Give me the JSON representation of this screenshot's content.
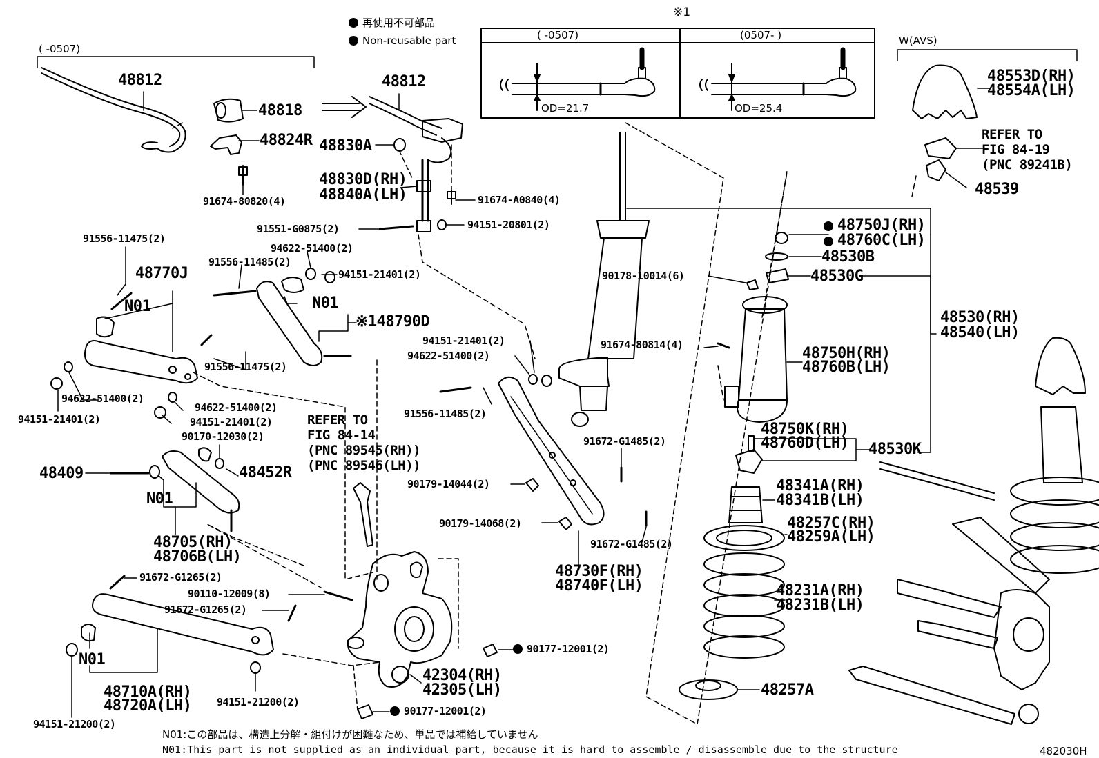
{
  "legend": {
    "jp": "再使用不可部品",
    "en": "Non-reusable part"
  },
  "inset": {
    "marker": "※1",
    "left_title": "(     -0507)",
    "right_title": "(0507-      )",
    "left_od": "OD=21.7",
    "right_od": "OD=25.4"
  },
  "range_top_left": "(     -0507)",
  "avs_title": "W(AVS)",
  "refer_top": [
    "REFER TO",
    "FIG 84-19",
    "(PNC 89241B)"
  ],
  "refer_mid": [
    "REFER TO",
    "FIG 84-14",
    "(PNC 89545(RH))",
    "(PNC 89546(LH))"
  ],
  "parts": {
    "p48812a": "48812",
    "p48818": "48818",
    "p48824R": "48824R",
    "p91674_80820": "91674-80820(4)",
    "p48812b": "48812",
    "p48830A": "48830A",
    "p48830D": "48830D(RH)",
    "p48840A": "48840A(LH)",
    "p91674_A0840": "91674-A0840(4)",
    "p91551": "91551-G0875(2)",
    "p94151_20801": "94151-20801(2)",
    "p91556_11475a": "91556-11475(2)",
    "p94622_51400a": "94622-51400(2)",
    "p48770J": "48770J",
    "p91556_11485a": "91556-11485(2)",
    "p94151_21401a": "94151-21401(2)",
    "n01a": "N01",
    "n01b": "N01",
    "p48790D": "※148790D",
    "p91556_11475b": "91556-11475(2)",
    "p94622_51400b": "94622-51400(2)",
    "p94151_21401b": "94151-21401(2)",
    "p94622_51400c": "94622-51400(2)",
    "p94151_21401c": "94151-21401(2)",
    "p90170": "90170-12030(2)",
    "p48409": "48409",
    "p48452R": "48452R",
    "n01c": "N01",
    "p48705": "48705(RH)",
    "p48706B": "48706B(LH)",
    "p91672_G1265a": "91672-G1265(2)",
    "p90110": "90110-12009(8)",
    "p91672_G1265b": "91672-G1265(2)",
    "n01d": "N01",
    "p48710A": "48710A(RH)",
    "p48720A": "48720A(LH)",
    "p94151_21200a": "94151-21200(2)",
    "p94151_21200b": "94151-21200(2)",
    "p94151_21401d": "94151-21401(2)",
    "p94622_51400d": "94622-51400(2)",
    "p91556_11485b": "91556-11485(2)",
    "p91672_G1485a": "91672-G1485(2)",
    "p90179_14044": "90179-14044(2)",
    "p90179_14068": "90179-14068(2)",
    "p91672_G1485b": "91672-G1485(2)",
    "p48730F": "48730F(RH)",
    "p48740F": "48740F(LH)",
    "p90177a": "90177-12001(2)",
    "p42304": "42304(RH)",
    "p42305": "42305(LH)",
    "p90177b": "90177-12001(2)",
    "p48553D": "48553D(RH)",
    "p48554A": "48554A(LH)",
    "p48539": "48539",
    "p48750J": "48750J(RH)",
    "p48760C": "48760C(LH)",
    "p48530B": "48530B",
    "p90178": "90178-10014(6)",
    "p48530G": "48530G",
    "p48530": "48530(RH)",
    "p48540": "48540(LH)",
    "p91674_80814": "91674-80814(4)",
    "p48750H": "48750H(RH)",
    "p48760B": "48760B(LH)",
    "p48750K": "48750K(RH)",
    "p48760D": "48760D(LH)",
    "p48530K": "48530K",
    "p48341A": "48341A(RH)",
    "p48341B": "48341B(LH)",
    "p48257C": "48257C(RH)",
    "p48259A": "48259A(LH)",
    "p48231A": "48231A(RH)",
    "p48231B": "48231B(LH)",
    "p48257A": "48257A"
  },
  "footer": {
    "note_jp": "N01:この部品は、構造上分解・組付けが困難なため、単品では補給していません",
    "note_en": "N01:This part is not supplied as an individual part, because it is hard to assemble / disassemble due to the structure",
    "fig_id": "482030H"
  }
}
